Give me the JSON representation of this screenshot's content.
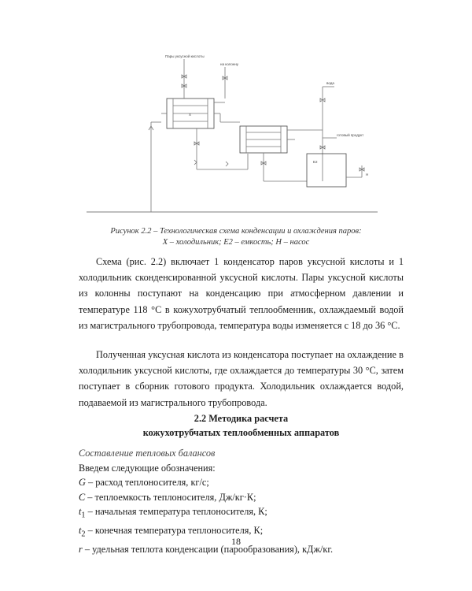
{
  "figure": {
    "labels": {
      "vapor_in": "Пары уксусной кислоты",
      "water_in_1": "на колонну",
      "water_top_right": "вода",
      "product_out": "готовый продукт",
      "x_label": "Х",
      "e2_label": "Е2",
      "h_label": "Н"
    }
  },
  "caption": {
    "line1": "Рисунок 2.2 – Технологическая схема конденсации и охлаждения паров:",
    "line2": "Х – холодильник; Е2 – емкость; Н – насос"
  },
  "paragraphs": {
    "p1": "Схема (рис. 2.2) включает 1 конденсатор паров уксусной кислоты и 1 холодильник сконденсированной уксусной кислоты. Пары уксусной кислоты из колонны поступают на конденсацию при атмосферном давлении и температуре 118 °С в кожухотрубчатый теплообменник, охлаждаемый водой из магистрального трубопровода, температура воды изменяется с 18 до 36 °С.",
    "p2": "Полученная уксусная кислота из конденсатора поступает на охлаждение в холодильник уксусной кислоты, где охлаждается до температуры 30 °С, затем поступает в сборник готового продукта. Холодильник охлаждается водой, подаваемой из магистрального трубопровода."
  },
  "heading": {
    "line1": "2.2 Методика расчета",
    "line2": "кожухотрубчатых теплообменных аппаратов"
  },
  "definitions": {
    "subtitle": "Составление тепловых балансов",
    "intro": "Введем следующие обозначения:",
    "items": [
      {
        "sym": "G",
        "text": " – расход теплоносителя, кг/с;"
      },
      {
        "sym": "C",
        "text": " – теплоемкость теплоносителя, Дж/кг·К;"
      },
      {
        "sym": "t",
        "sub": "1",
        "text": " – начальная температура теплоносителя, К;"
      },
      {
        "sym": "t",
        "sub": "2",
        "text": " – конечная температура теплоносителя, К;"
      },
      {
        "sym": "r",
        "text": " – удельная теплота конденсации (парообразования), кДж/кг."
      }
    ]
  },
  "page_number": "18"
}
